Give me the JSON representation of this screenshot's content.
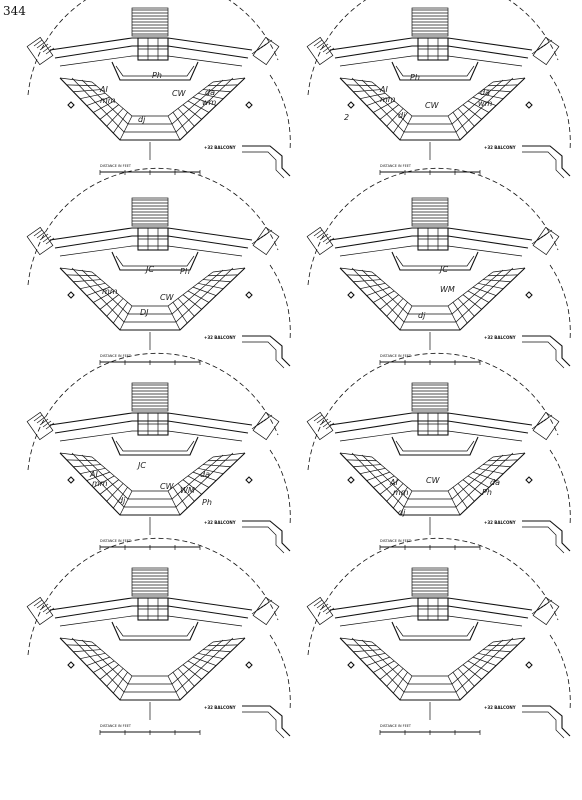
{
  "page": {
    "number": "344"
  },
  "panels": [
    {
      "id": "1",
      "scale_label": "DISTANCE IN FEET",
      "balcony_label": "+32  BALCONY",
      "marks": [
        "AI",
        "mm",
        "Ph",
        "CW",
        "dj",
        "da",
        "wm"
      ]
    },
    {
      "id": "2",
      "scale_label": "DISTANCE IN FEET",
      "balcony_label": "+32  BALCONY",
      "marks": [
        "Ph",
        "AI",
        "mm",
        "dj",
        "CW",
        "da",
        "wm",
        "2"
      ]
    },
    {
      "id": "3",
      "scale_label": "DISTANCE IN FEET",
      "balcony_label": "+32  BALCONY",
      "marks": [
        "JC",
        "Ph",
        "mm",
        "CW",
        "DJ"
      ]
    },
    {
      "id": "4",
      "scale_label": "DISTANCE IN FEET",
      "balcony_label": "+32  BALCONY",
      "marks": [
        "JC",
        "WM",
        "dj"
      ]
    },
    {
      "id": "5",
      "scale_label": "DISTANCE IN FEET",
      "balcony_label": "+32  BALCONY",
      "marks": [
        "JC",
        "AI",
        "mm",
        "CW",
        "dj",
        "WM",
        "da",
        "Ph"
      ]
    },
    {
      "id": "6",
      "scale_label": "DISTANCE IN FEET",
      "balcony_label": "+32  BALCONY",
      "marks": [
        "AI",
        "mm",
        "CW",
        "dj",
        "Ph",
        "da"
      ]
    },
    {
      "id": "7",
      "scale_label": "DISTANCE IN FEET",
      "balcony_label": "+32  BALCONY",
      "marks": []
    },
    {
      "id": "8",
      "scale_label": "DISTANCE IN FEET",
      "balcony_label": "+32  BALCONY",
      "marks": []
    }
  ],
  "colors": {
    "ink": "#111111",
    "paper": "#ffffff"
  }
}
